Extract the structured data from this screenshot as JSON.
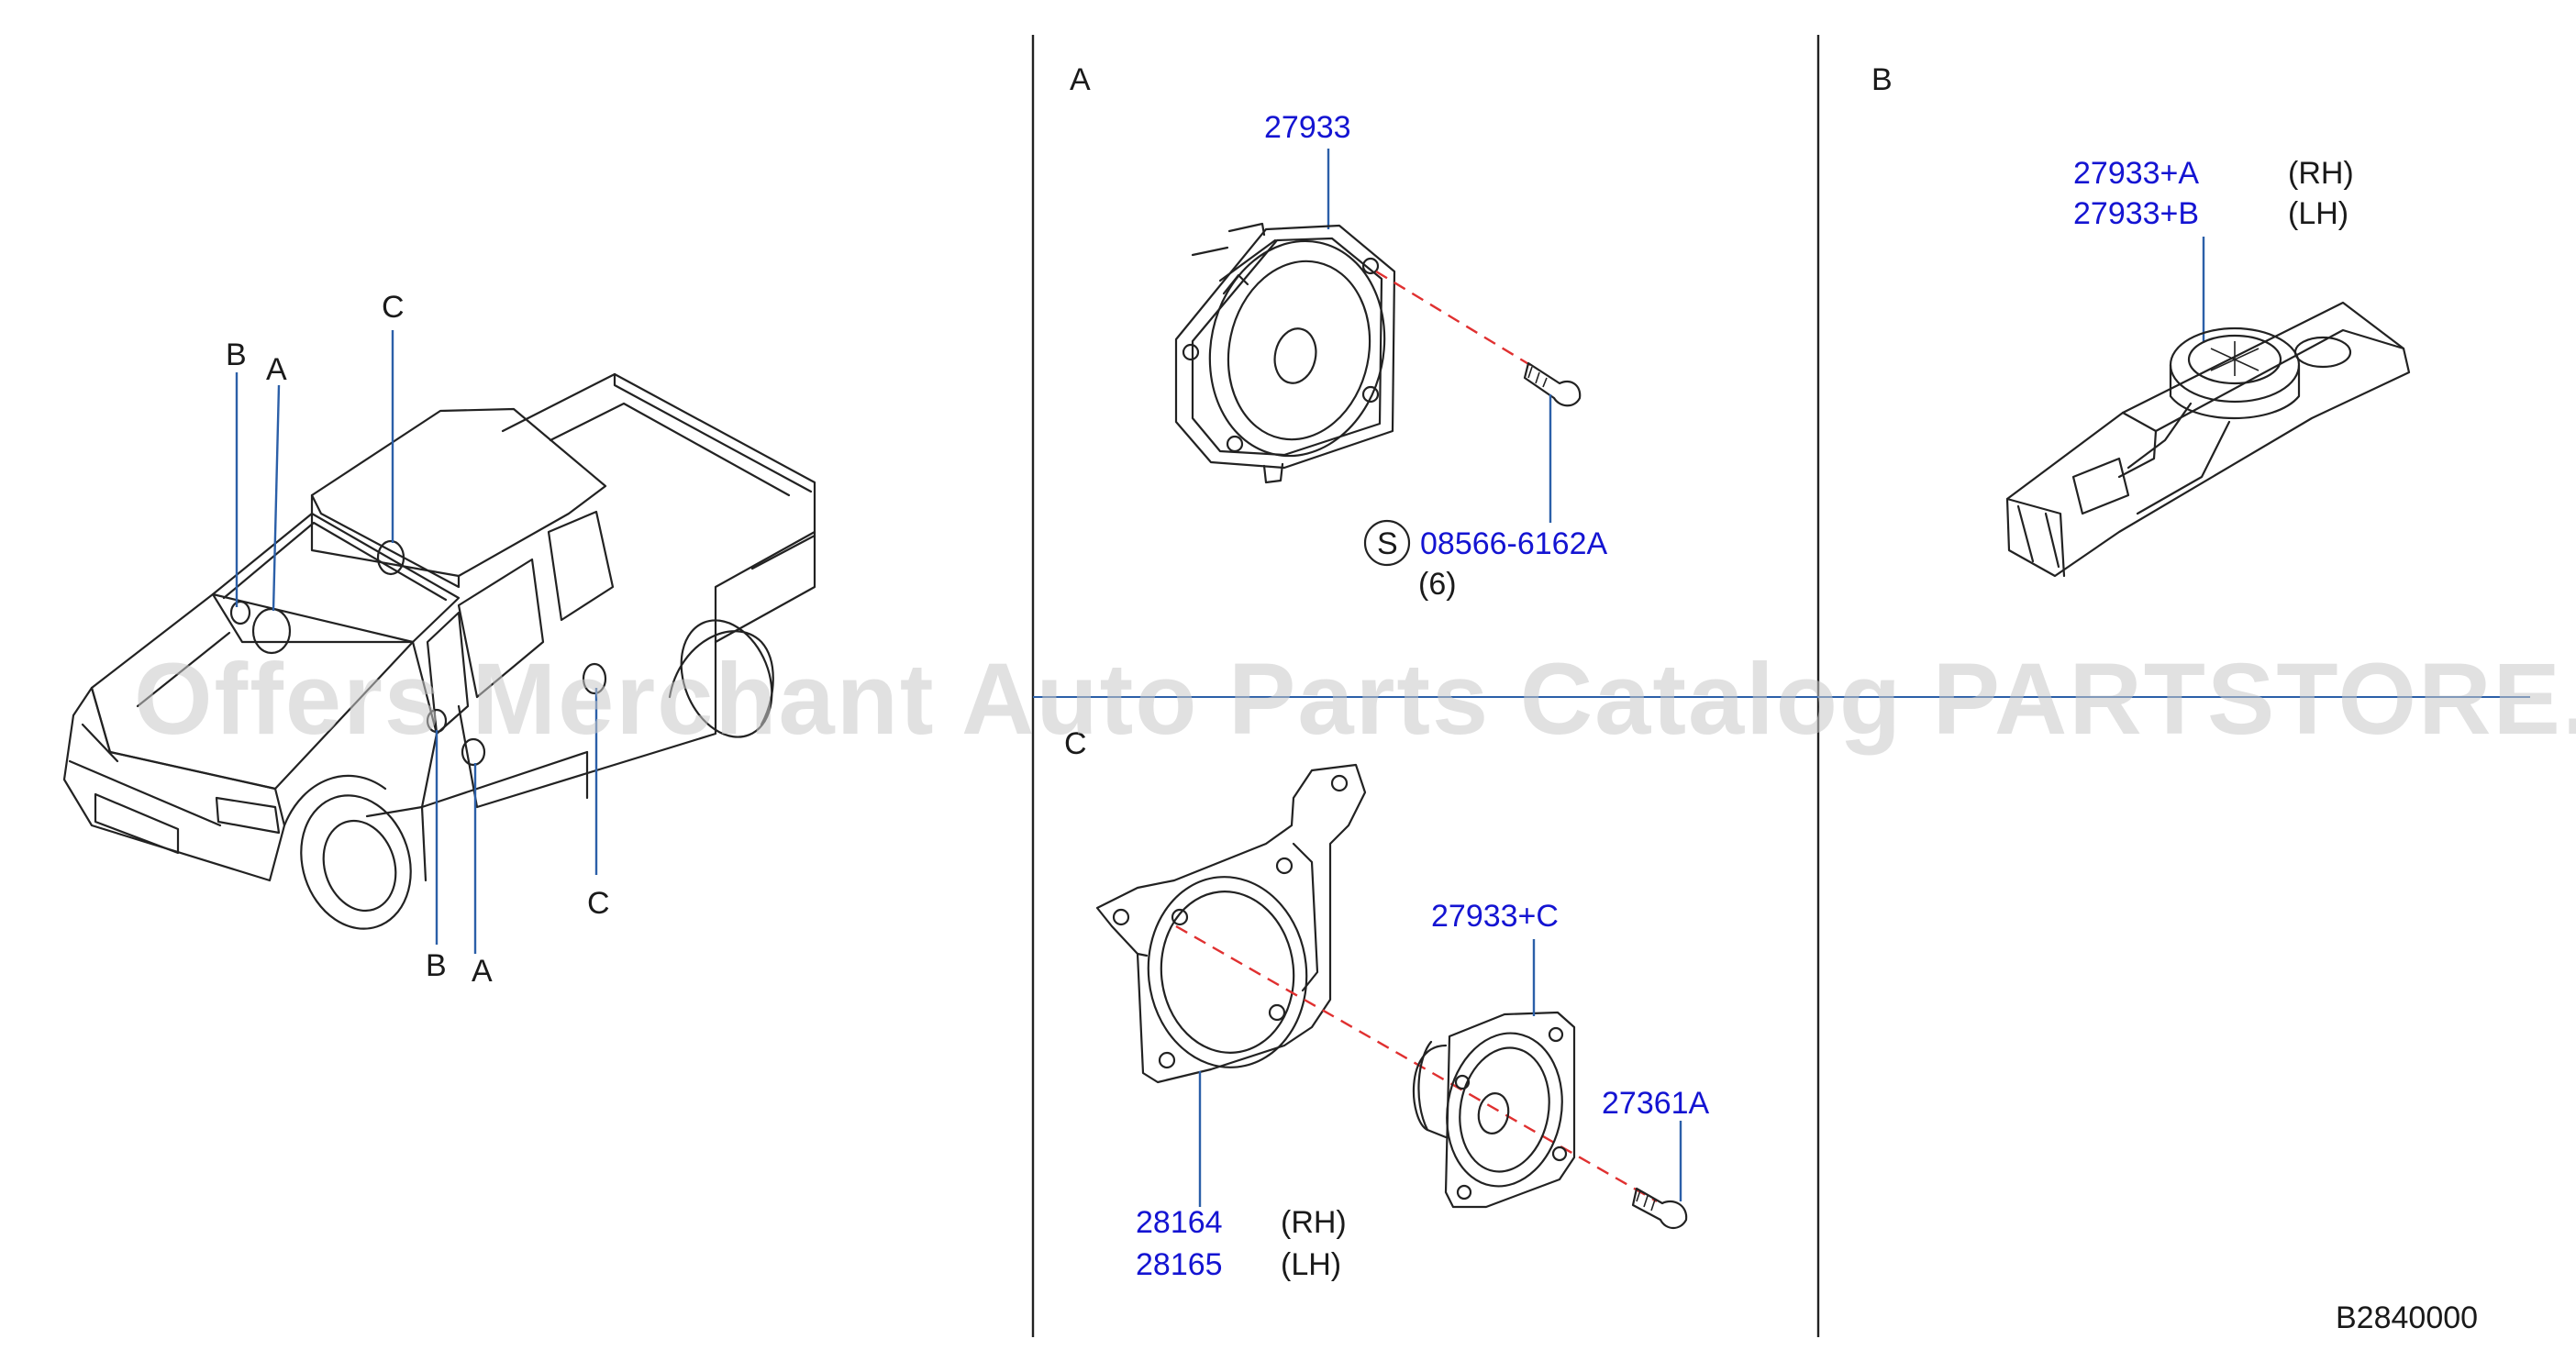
{
  "overview": {
    "callouts": {
      "b_top": "B",
      "a_top": "A",
      "c_top": "C",
      "c_bottom": "C",
      "b_bottom": "B",
      "a_bottom": "A"
    }
  },
  "panel_a": {
    "title": "A",
    "part_speaker": "27933",
    "screw_symbol": "S",
    "part_screw": "08566-6162A",
    "screw_qty": "(6)"
  },
  "panel_b": {
    "title": "B",
    "part_rh": "27933+A",
    "side_rh": "(RH)",
    "part_lh": "27933+B",
    "side_lh": "(LH)"
  },
  "panel_c": {
    "title": "C",
    "part_speaker": "27933+C",
    "part_screw": "27361A",
    "bracket_rh": "28164",
    "side_rh": "(RH)",
    "bracket_lh": "28165",
    "side_lh": "(LH)"
  },
  "footer": {
    "diagram_code": "B2840000"
  },
  "watermark": {
    "text": "Offers Merchant Auto Parts Catalog PARTSTORE.SA"
  },
  "colors": {
    "part_number": "#1414d2",
    "leader": "#2b5fa8",
    "guide": "#e03030"
  }
}
